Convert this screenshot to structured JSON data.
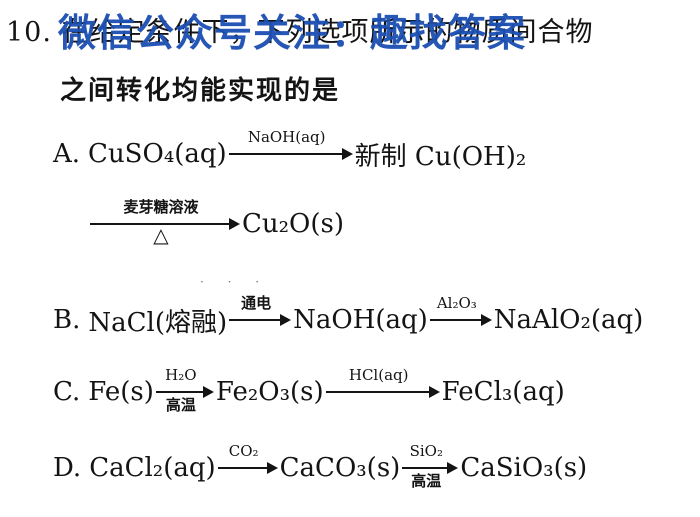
{
  "question": {
    "number": "10.",
    "stem_line1_prefix": "在给定条件下，下列选项所示的",
    "stem_line1_suffix": "物质间合物",
    "stem_line2": "之间转化均能实现的是",
    "watermark": "微信公众号关注：趣找答案"
  },
  "options": {
    "A": {
      "label": "A.",
      "line1": {
        "reactant": "CuSO₄(aq)",
        "arrow_above": "NaOH(aq)",
        "product": "新制 Cu(OH)₂"
      },
      "line2": {
        "arrow_above": "麦芽糖溶液",
        "arrow_below": "△",
        "product": "Cu₂O(s)"
      }
    },
    "B": {
      "label": "B.",
      "reactant": "NaCl(熔融)",
      "arrow1_above": "通电",
      "mid": "NaOH(aq)",
      "arrow2_above": "Al₂O₃",
      "product": "NaAlO₂(aq)"
    },
    "C": {
      "label": "C.",
      "reactant": "Fe(s)",
      "arrow1_above": "H₂O",
      "arrow1_below": "高温",
      "mid": "Fe₂O₃(s)",
      "arrow2_above": "HCl(aq)",
      "product": "FeCl₃(aq)"
    },
    "D": {
      "label": "D.",
      "reactant": "CaCl₂(aq)",
      "arrow1_above": "CO₂",
      "mid": "CaCO₃(s)",
      "arrow2_above": "SiO₂",
      "arrow2_below": "高温",
      "product": "CaSiO₃(s)"
    }
  }
}
